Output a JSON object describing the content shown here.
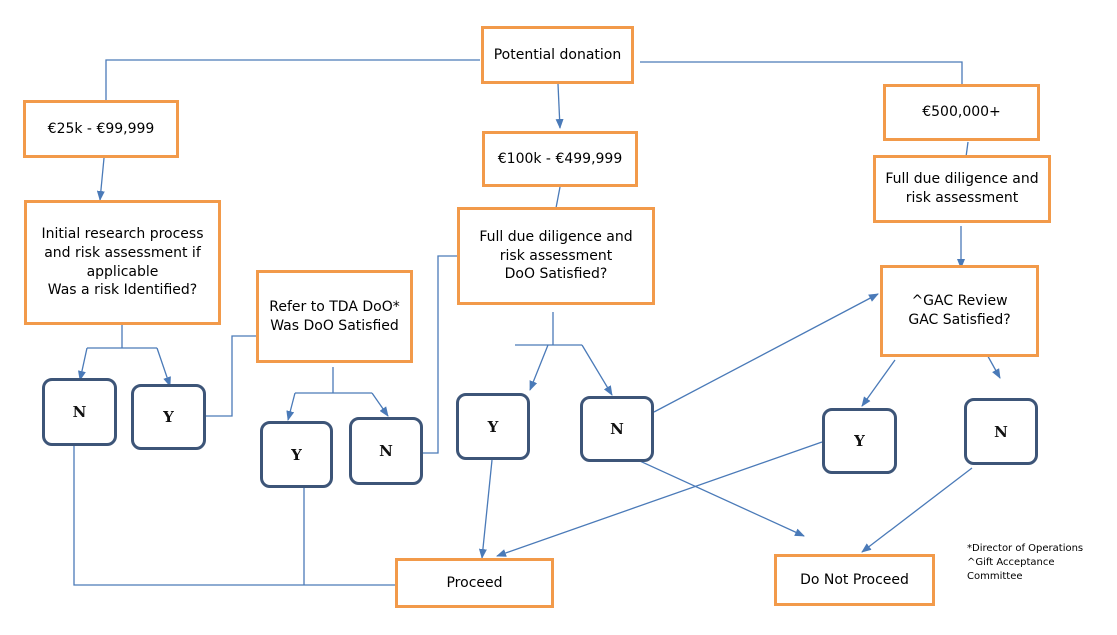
{
  "boxes": {
    "potential_donation": "Potential donation",
    "tier1": "€25k - €99,999",
    "tier2": "€100k - €499,999",
    "tier3": "€500,000+",
    "initial_research": "Initial research process\nand risk assessment if\napplicable\nWas a risk Identified?",
    "refer_tda": "Refer to TDA DoO*\nWas DoO Satisfied",
    "due_diligence_mid": "Full due diligence and\nrisk assessment\nDoO Satisfied?",
    "due_diligence_high": "Full due diligence and\nrisk assessment",
    "gac_review": "^GAC Review\nGAC Satisfied?",
    "proceed": "Proceed",
    "do_not_proceed": "Do Not Proceed"
  },
  "decisions": {
    "risk_n": "N",
    "risk_y": "Y",
    "doo_y": "Y",
    "doo_n": "N",
    "mid_y": "Y",
    "mid_n": "N",
    "gac_y": "Y",
    "gac_n": "N"
  },
  "footnotes": {
    "text": "*Director of Operations\n^Gift Acceptance\nCommittee"
  },
  "colors": {
    "box_border": "#f29a4a",
    "decision_border": "#3d5578",
    "connector": "#4a7ab8"
  }
}
